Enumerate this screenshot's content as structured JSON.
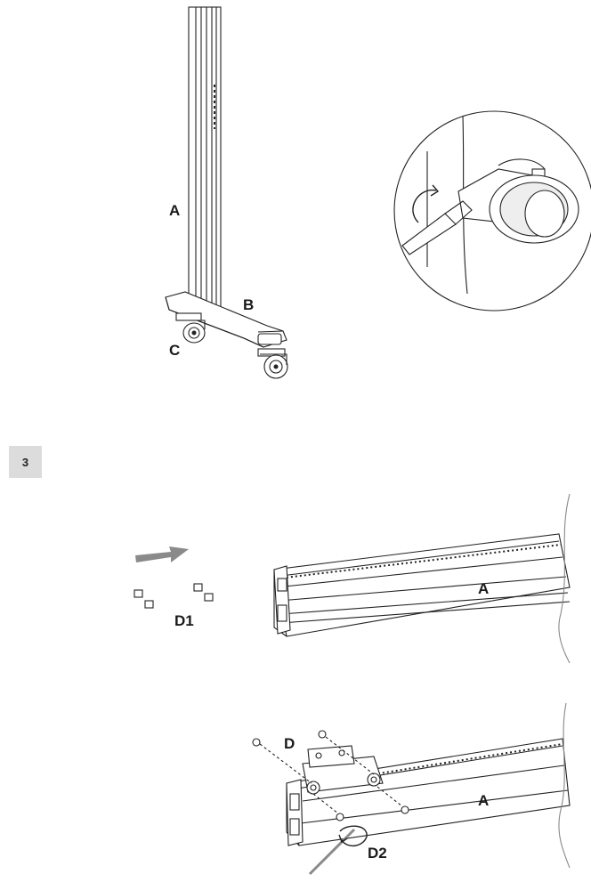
{
  "figure_top": {
    "label_A": "A",
    "label_B": "B",
    "label_C": "C"
  },
  "step": {
    "number": "3"
  },
  "figure_middle": {
    "label_D1": "D1",
    "label_A": "A"
  },
  "figure_bottom": {
    "label_D": "D",
    "label_A": "A",
    "label_D2": "D2"
  }
}
